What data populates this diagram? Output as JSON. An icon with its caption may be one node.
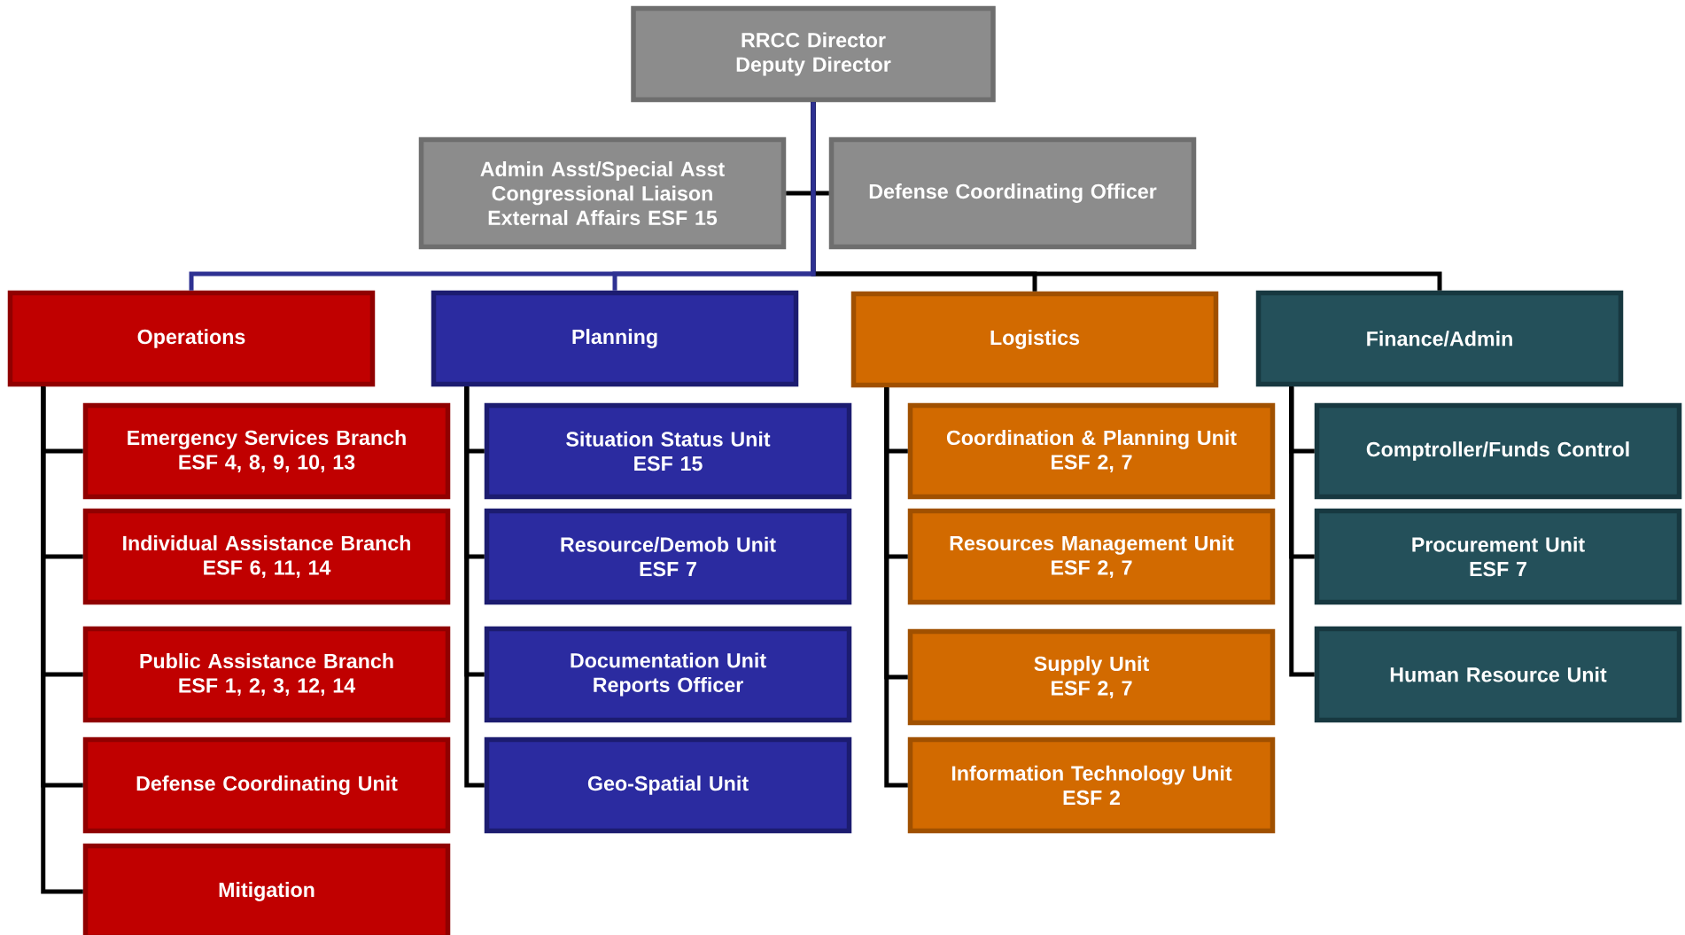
{
  "diagram": {
    "nodes": [
      {
        "text": [
          "RRCC Director",
          "Deputy Director"
        ]
      },
      {
        "text": [
          "Admin Asst/Special Asst",
          "Congressional Liaison",
          "External Affairs ESF 15"
        ]
      },
      {
        "text": [
          "Defense Coordinating Officer"
        ]
      },
      {
        "text": [
          "Operations"
        ]
      },
      {
        "text": [
          "Planning"
        ]
      },
      {
        "text": [
          "Logistics"
        ]
      },
      {
        "text": [
          "Finance/Admin"
        ]
      },
      {
        "text": [
          "Emergency Services Branch",
          "ESF 4, 8, 9, 10, 13"
        ]
      },
      {
        "text": [
          "Individual Assistance Branch",
          "ESF 6, 11, 14"
        ]
      },
      {
        "text": [
          "Public Assistance Branch",
          "ESF 1, 2, 3, 12, 14"
        ]
      },
      {
        "text": [
          "Defense Coordinating Unit"
        ]
      },
      {
        "text": [
          "Mitigation"
        ]
      },
      {
        "text": [
          "Situation Status Unit",
          "ESF 15"
        ]
      },
      {
        "text": [
          "Resource/Demob Unit",
          "ESF 7"
        ]
      },
      {
        "text": [
          "Documentation Unit",
          "Reports Officer"
        ]
      },
      {
        "text": [
          "Geo-Spatial Unit"
        ]
      },
      {
        "text": [
          "Coordination & Planning Unit",
          "ESF 2, 7"
        ]
      },
      {
        "text": [
          "Resources Management Unit",
          "ESF 2, 7"
        ]
      },
      {
        "text": [
          "Supply Unit",
          "ESF 2, 7"
        ]
      },
      {
        "text": [
          "Information Technology Unit",
          "ESF 2"
        ]
      },
      {
        "text": [
          "Comptroller/Funds Control"
        ]
      },
      {
        "text": [
          "Procurement Unit",
          "ESF 7"
        ]
      },
      {
        "text": [
          "Human Resource Unit"
        ]
      }
    ],
    "edges": [
      {
        "from": 0,
        "to": 1,
        "arrow": "none"
      },
      {
        "from": 0,
        "to": 2,
        "arrow": "none"
      },
      {
        "from": 0,
        "to": 3,
        "arrow": "none",
        "color": "#2e3192"
      },
      {
        "from": 0,
        "to": 4,
        "arrow": "none",
        "color": "#2e3192"
      },
      {
        "from": 0,
        "to": 5,
        "arrow": "none"
      },
      {
        "from": 0,
        "to": 6,
        "arrow": "none"
      },
      {
        "from": 3,
        "to": 7,
        "arrow": "none"
      },
      {
        "from": 3,
        "to": 8,
        "arrow": "none"
      },
      {
        "from": 3,
        "to": 9,
        "arrow": "none"
      },
      {
        "from": 3,
        "to": 10,
        "arrow": "none"
      },
      {
        "from": 3,
        "to": 11,
        "arrow": "none"
      },
      {
        "from": 4,
        "to": 12,
        "arrow": "none"
      },
      {
        "from": 4,
        "to": 13,
        "arrow": "none"
      },
      {
        "from": 4,
        "to": 14,
        "arrow": "none"
      },
      {
        "from": 4,
        "to": 15,
        "arrow": "none"
      },
      {
        "from": 5,
        "to": 16,
        "arrow": "none"
      },
      {
        "from": 5,
        "to": 17,
        "arrow": "none"
      },
      {
        "from": 5,
        "to": 18,
        "arrow": "none"
      },
      {
        "from": 5,
        "to": 19,
        "arrow": "none"
      },
      {
        "from": 6,
        "to": 20,
        "arrow": "none"
      },
      {
        "from": 6,
        "to": 21,
        "arrow": "none"
      },
      {
        "from": 6,
        "to": 22,
        "arrow": "none"
      }
    ]
  }
}
